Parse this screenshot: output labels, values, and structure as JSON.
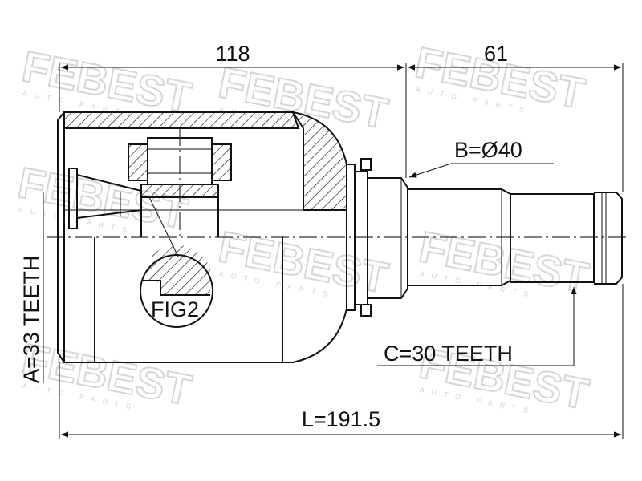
{
  "watermark": {
    "brand": "FEBEST",
    "tagline": "AUTO PARTS"
  },
  "dimensions": {
    "dim_118": "118",
    "dim_61": "61",
    "outer_diameter": "B=Ø40",
    "length": "L=191.5",
    "inner_teeth": "A=33 TEETH",
    "shaft_teeth": "C=30 TEETH"
  },
  "figure_label": "FIG2"
}
